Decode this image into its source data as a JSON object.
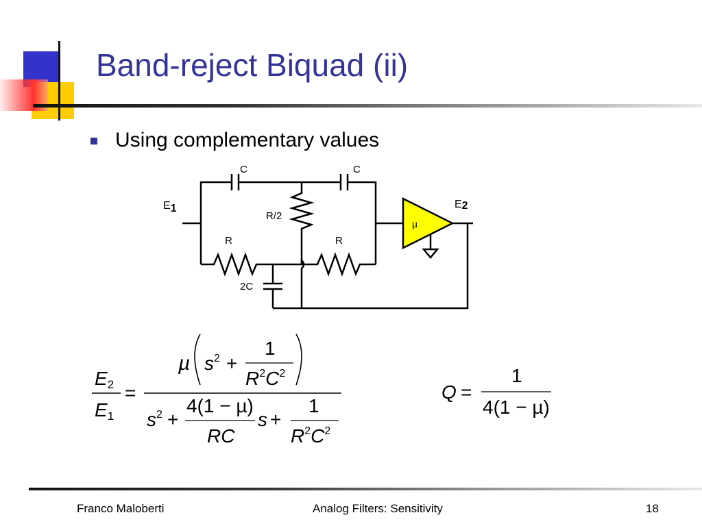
{
  "slide": {
    "title": "Band-reject Biquad (ii)",
    "bullet": "Using complementary values"
  },
  "circuit": {
    "cap_left": "C",
    "cap_right": "C",
    "input_label": "E",
    "input_sub": "1",
    "output_label": "E",
    "output_sub": "2",
    "res_mid": "R/2",
    "res_left": "R",
    "res_right": "R",
    "cap_bottom": "2C",
    "gain": "µ",
    "opamp_fill": "#ffff00"
  },
  "equations": {
    "transfer": {
      "lhs_num": "E",
      "lhs_num_sub": "2",
      "lhs_den": "E",
      "lhs_den_sub": "1",
      "equals": "=",
      "num_mu": "µ",
      "num_s": "s",
      "num_s_exp": "2",
      "num_plus": "+",
      "num_frac_num": "1",
      "num_frac_den": "R",
      "num_frac_den_exp1": "2",
      "num_frac_den_c": "C",
      "num_frac_den_exp2": "2",
      "den_s": "s",
      "den_s_exp": "2",
      "den_plus1": "+",
      "den_frac1_num": "4(1 − µ)",
      "den_frac1_den": "RC",
      "den_s_mid": "s",
      "den_plus2": "+",
      "den_frac2_num": "1",
      "den_frac2_den": "R",
      "den_frac2_den_exp1": "2",
      "den_frac2_den_c": "C",
      "den_frac2_den_exp2": "2"
    },
    "q": {
      "lhs": "Q",
      "equals": "=",
      "num": "1",
      "den": "4(1 − µ)"
    }
  },
  "footer": {
    "author": "Franco Maloberti",
    "course": "Analog Filters: Sensitivity",
    "page": "18"
  },
  "colors": {
    "title": "#333399",
    "bullet": "#333399",
    "deco_blue": "#3333cc",
    "deco_yellow": "#ffcc00",
    "deco_red": "#ff3333"
  }
}
